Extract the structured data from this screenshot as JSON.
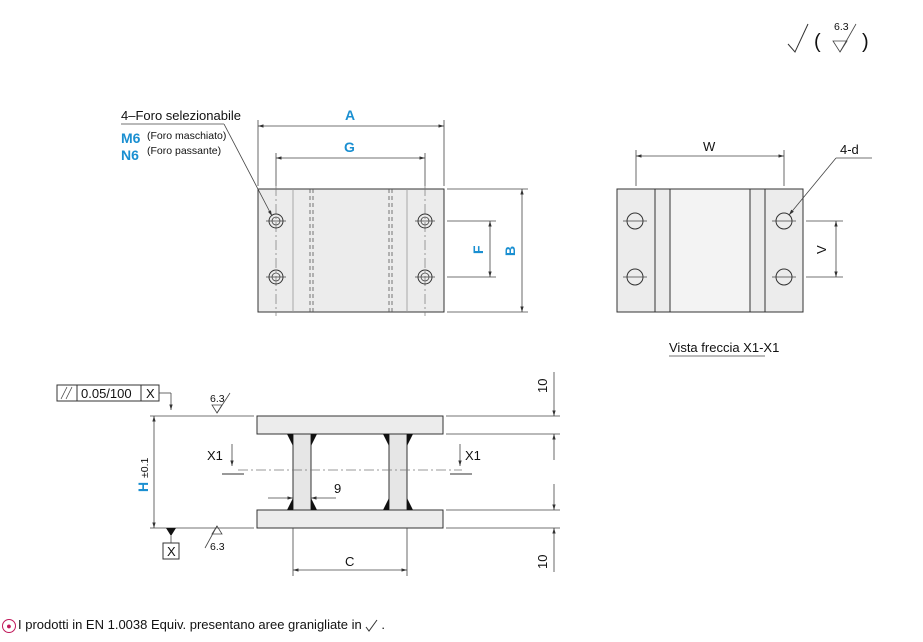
{
  "roughness": {
    "value": "6.3"
  },
  "top_view": {
    "note_line1": "4–Foro selezionabile",
    "m6_code": "M6",
    "m6_desc": "(Foro maschiato)",
    "n6_code": "N6",
    "n6_desc": "(Foro passante)",
    "dim_a": "A",
    "dim_g": "G",
    "dim_f": "F",
    "dim_b": "B"
  },
  "side_view": {
    "dim_w": "W",
    "dim_v": "V",
    "holes_label": "4-d",
    "caption": "Vista freccia X1-X1"
  },
  "front_view": {
    "tolerance_frame": "0.05/100",
    "datum": "X",
    "datum_bottom": "X",
    "roughness_top": "6.3",
    "roughness_bottom": "6.3",
    "height_label": "H",
    "height_tol": "±0.1",
    "section_left": "X1",
    "section_right": "X1",
    "web_dim": "9",
    "dim_c": "C",
    "thickness_top": "10",
    "thickness_bottom": "10"
  },
  "footer": {
    "icon": "info-circle-icon",
    "text": "I prodotti in EN 1.0038 Equiv. presentano aree granigliate in"
  },
  "colors": {
    "accent": "#1a8fd1",
    "icon": "#c0185a"
  }
}
